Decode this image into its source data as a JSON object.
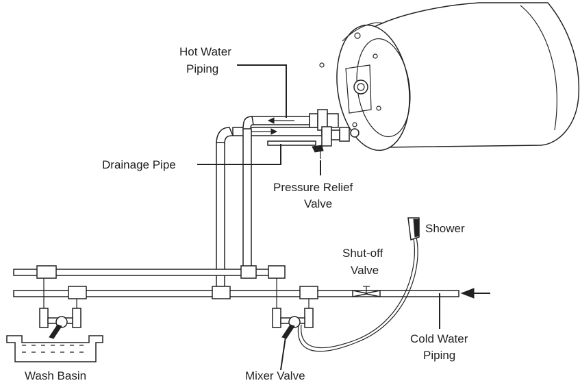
{
  "labels": {
    "hot_water_piping_1": "Hot Water",
    "hot_water_piping_2": "Piping",
    "drainage_pipe": "Drainage Pipe",
    "pressure_relief_1": "Pressure Relief",
    "pressure_relief_2": "Valve",
    "shower": "Shower",
    "shutoff_1": "Shut-off",
    "shutoff_2": "Valve",
    "cold_water_1": "Cold Water",
    "cold_water_2": "Piping",
    "wash_basin": "Wash Basin",
    "mixer_valve": "Mixer Valve"
  },
  "colors": {
    "line": "#222222",
    "background": "#ffffff"
  }
}
